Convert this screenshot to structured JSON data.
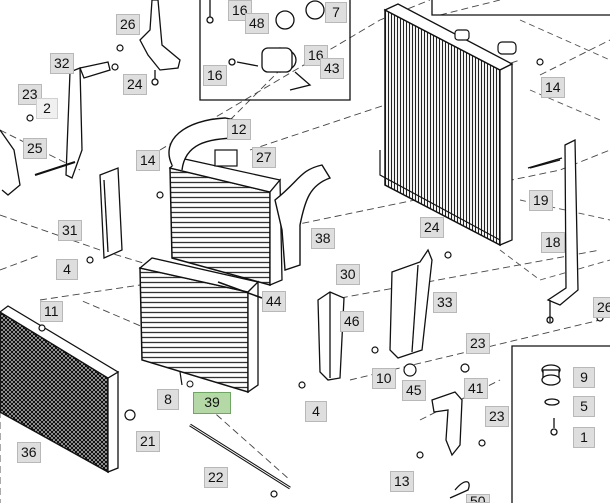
{
  "diagram": {
    "highlighted_part": "39",
    "callouts": {
      "c26a": "26",
      "c16a": "16",
      "c48": "48",
      "c7": "7",
      "c32": "32",
      "c24a": "24",
      "c16b": "16",
      "c16c": "16",
      "c43": "43",
      "c14a": "14",
      "c23a": "23",
      "c2": "2",
      "c12": "12",
      "c25": "25",
      "c27": "27",
      "c14b": "14",
      "c19": "19",
      "c18": "18",
      "c31": "31",
      "c38": "38",
      "c24b": "24",
      "c4a": "4",
      "c30": "30",
      "c33": "33",
      "c44": "44",
      "c11": "11",
      "c46": "46",
      "c26b": "26",
      "c23b": "23",
      "c10": "10",
      "c9": "9",
      "c8": "8",
      "c39": "39",
      "c45": "45",
      "c41": "41",
      "c5": "5",
      "c4b": "4",
      "c23c": "23",
      "c1": "1",
      "c36": "36",
      "c21": "21",
      "c22": "22",
      "c13": "13",
      "c50": "50"
    }
  }
}
